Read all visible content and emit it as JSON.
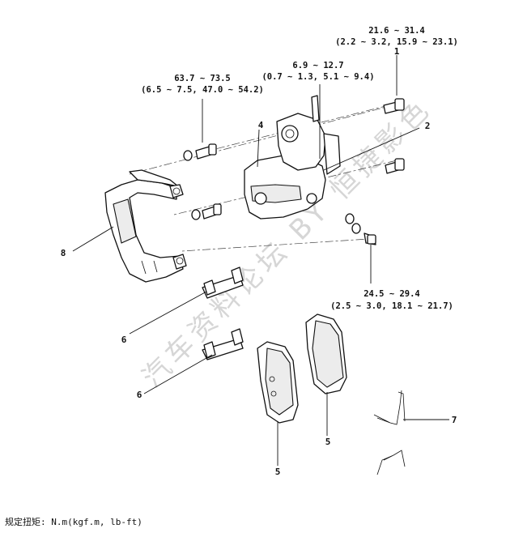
{
  "torque_specs": {
    "bolt_top_right": {
      "line1": "21.6 ~ 31.4",
      "line2": "(2.2 ~ 3.2, 15.9 ~ 23.1)"
    },
    "bolt_carrier": {
      "line1": "63.7 ~ 73.5",
      "line2": "(6.5 ~ 7.5, 47.0 ~ 54.2)"
    },
    "bleeder": {
      "line1": "6.9 ~ 12.7",
      "line2": "(0.7 ~ 1.3, 5.1 ~ 9.4)"
    },
    "hose_bolt": {
      "line1": "24.5 ~ 29.4",
      "line2": "(2.5 ~ 3.0, 18.1 ~ 21.7)"
    }
  },
  "callouts": {
    "n1": "1",
    "n2": "2",
    "n4": "4",
    "n8": "8",
    "n6_top": "6",
    "n6_bottom": "6",
    "n5_left": "5",
    "n5_right": "5",
    "n7": "7"
  },
  "watermark": "汽车资料论坛 BY 恒捷影色",
  "footer": "规定扭矩: N.m(kgf.m, lb-ft)"
}
